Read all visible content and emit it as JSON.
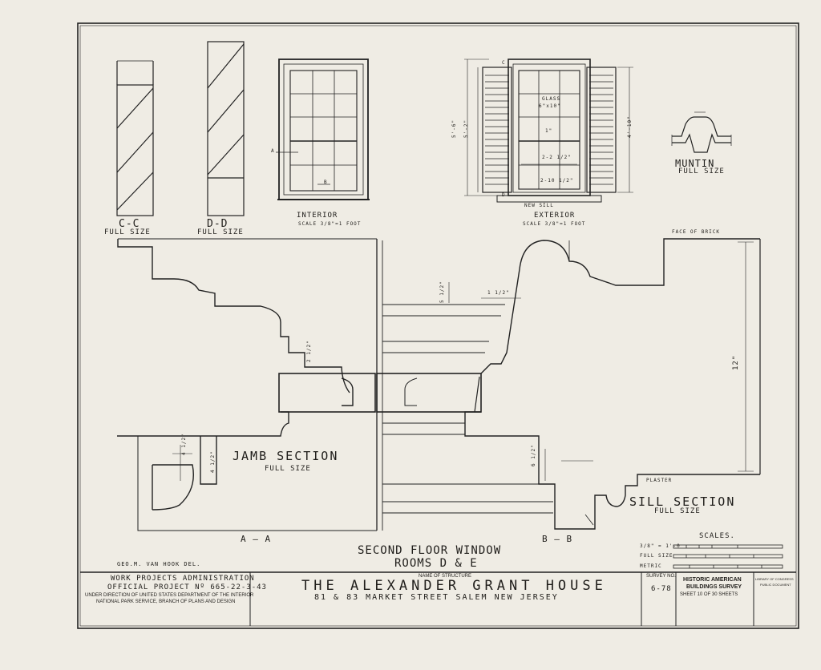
{
  "sections": {
    "cc": {
      "title": "C-C",
      "scale": "FULL SIZE"
    },
    "dd": {
      "title": "D-D",
      "scale": "FULL SIZE"
    },
    "interior": {
      "title": "INTERIOR",
      "scale": "SCALE 3/8\"=1 FOOT",
      "mark_a": "A",
      "mark_b": "B"
    },
    "exterior": {
      "title": "EXTERIOR",
      "scale": "SCALE 3/8\"=1 FOOT",
      "glass": "GLASS",
      "glass_size": "6\"x10\"",
      "sill": "NEW SILL",
      "dim_1": "1\"",
      "dim_2": "2-2 1/2\"",
      "dim_3": "2-10 1/2\"",
      "dim_h1": "5'-6\"",
      "dim_h2": "5'-2\"",
      "dim_h3": "4'-10\"",
      "mark_c": "C",
      "mark_d": "D"
    },
    "muntin": {
      "title": "MUNTIN",
      "scale": "FULL SIZE"
    },
    "jamb": {
      "title": "JAMB SECTION",
      "scale": "FULL SIZE",
      "dim_a": "4 1/2\"",
      "dim_b": "4 1/2\"",
      "dim_c": "2 1/2\"",
      "mark": "A — A"
    },
    "sill": {
      "title": "SILL SECTION",
      "scale": "FULL SIZE",
      "plaster": "PLASTER",
      "face_brick": "FACE OF BRICK",
      "dim_12": "12\"",
      "dim_5": "5 1/2\"",
      "dim_1q": "1 1/2\"",
      "dim_65": "6 1/2\"",
      "mark": "B — B"
    }
  },
  "drawing": {
    "title_line1": "SECOND FLOOR WINDOW",
    "title_line2": "ROOMS D & E",
    "delineator": "GEO.M. VAN HOOK DEL."
  },
  "scales": {
    "label": "SCALES.",
    "items": [
      "3/8\" = 1'-0",
      "FULL SIZE",
      "METRIC"
    ]
  },
  "title_block": {
    "agency_line1": "WORK PROJECTS ADMINISTRATION",
    "agency_line2": "OFFICIAL PROJECT Nº 665-22-3-43",
    "agency_line3": "UNDER DIRECTION OF UNITED STATES DEPARTMENT OF THE INTERIOR",
    "agency_line4": "NATIONAL PARK SERVICE, BRANCH OF PLANS AND DESIGN",
    "structure_label": "NAME OF STRUCTURE",
    "structure_name": "THE ALEXANDER GRANT HOUSE",
    "address": "81 & 83 MARKET STREET SALEM NEW JERSEY",
    "survey_label": "SURVEY NO.",
    "survey_no": "6-78",
    "habs_line1": "HISTORIC AMERICAN",
    "habs_line2": "BUILDINGS SURVEY",
    "sheet": "SHEET 10 OF 30 SHEETS",
    "library_line1": "LIBRARY OF CONGRESS",
    "library_line2": "PUBLIC DOCUMENT"
  }
}
